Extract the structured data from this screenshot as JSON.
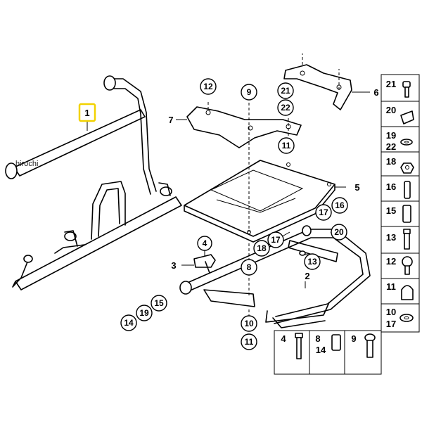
{
  "watermark": "hirochi",
  "highlight_color": "#f2d200",
  "callouts": {
    "c1": "1",
    "c2": "2",
    "c3": "3",
    "c4": "4",
    "c5": "5",
    "c6": "6",
    "c7": "7",
    "c8": "8",
    "c9": "9",
    "c10": "10",
    "c11a": "11",
    "c11b": "11",
    "c12": "12",
    "c13": "13",
    "c14": "14",
    "c15": "15",
    "c16": "16",
    "c17a": "17",
    "c17b": "17",
    "c18": "18",
    "c19": "19",
    "c20": "20",
    "c21": "21",
    "c22": "22"
  },
  "legend": {
    "right": [
      "21",
      "20",
      "19",
      "22",
      "18",
      "16",
      "15",
      "13",
      "12",
      "11",
      "10",
      "17"
    ],
    "bottom": [
      "4",
      "8",
      "14",
      "9"
    ]
  }
}
